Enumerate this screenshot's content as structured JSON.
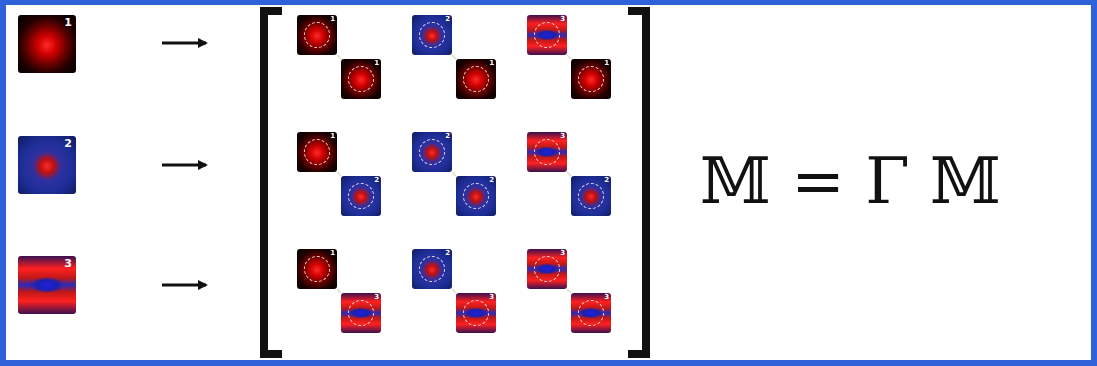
{
  "diagram": {
    "nodes": [
      {
        "text": [
          "1"
        ]
      },
      {
        "text": [
          "2"
        ]
      },
      {
        "text": [
          "3"
        ]
      },
      {
        "text": [
          "1"
        ]
      },
      {
        "text": [
          "1"
        ]
      },
      {
        "text": [
          "2"
        ]
      },
      {
        "text": [
          "1"
        ]
      },
      {
        "text": [
          "3"
        ]
      },
      {
        "text": [
          "1"
        ]
      },
      {
        "text": [
          "1"
        ]
      },
      {
        "text": [
          "2"
        ]
      },
      {
        "text": [
          "2"
        ]
      },
      {
        "text": [
          "2"
        ]
      },
      {
        "text": [
          "3"
        ]
      },
      {
        "text": [
          "2"
        ]
      },
      {
        "text": [
          "1"
        ]
      },
      {
        "text": [
          "3"
        ]
      },
      {
        "text": [
          "2"
        ]
      },
      {
        "text": [
          "3"
        ]
      },
      {
        "text": [
          "3"
        ]
      },
      {
        "text": [
          "3"
        ]
      }
    ],
    "edges": [
      {
        "from": 3,
        "to": 4,
        "arrow": "none"
      },
      {
        "from": 5,
        "to": 6,
        "arrow": "none"
      },
      {
        "from": 7,
        "to": 8,
        "arrow": "none"
      },
      {
        "from": 9,
        "to": 10,
        "arrow": "none"
      },
      {
        "from": 11,
        "to": 12,
        "arrow": "none"
      },
      {
        "from": 13,
        "to": 14,
        "arrow": "none"
      },
      {
        "from": 15,
        "to": 16,
        "arrow": "none"
      },
      {
        "from": 17,
        "to": 18,
        "arrow": "none"
      },
      {
        "from": 19,
        "to": 20,
        "arrow": "none"
      }
    ],
    "labels": [
      "𝕄 = Γ 𝕄"
    ]
  }
}
